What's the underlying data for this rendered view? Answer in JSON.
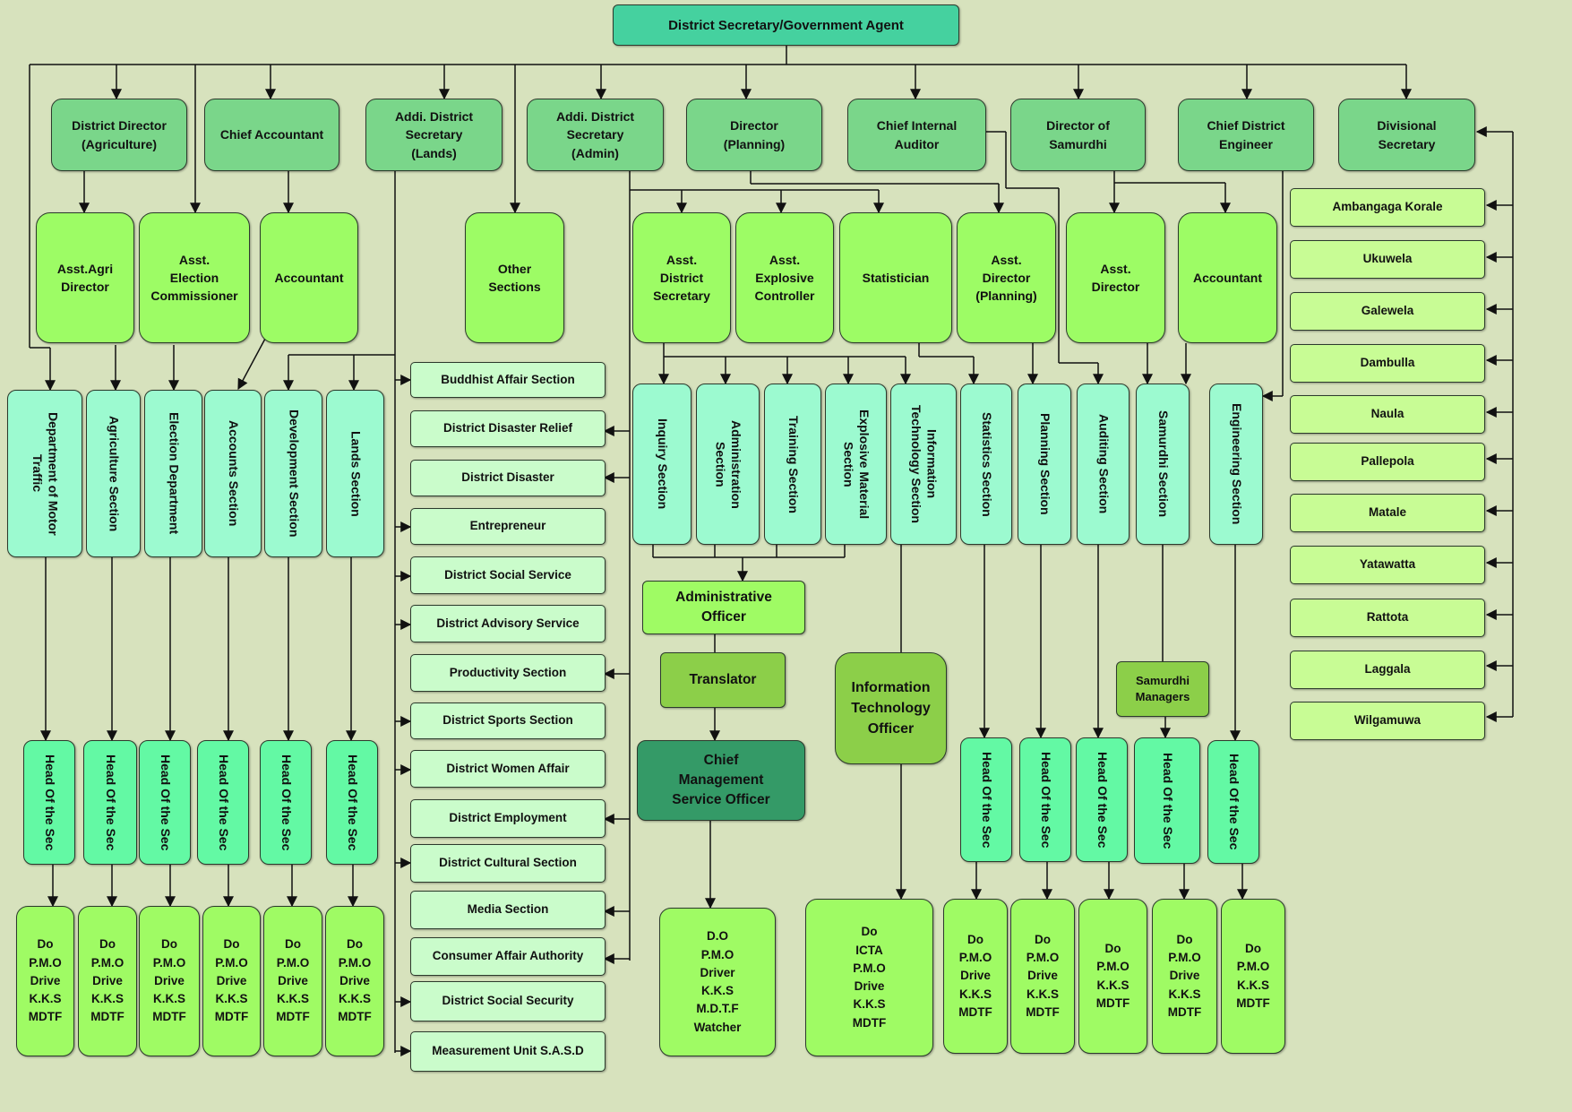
{
  "top": "District  Secretary/Government Agent",
  "directors": {
    "agri": "District Director\n(Agriculture)",
    "chief_acc": "Chief Accountant",
    "lands": "Addi. District\nSecretary\n(Lands)",
    "admin": "Addi. District\nSecretary\n(Admin)",
    "planning": "Director\n(Planning)",
    "cia": "Chief Internal\nAuditor",
    "samurdhi": "Director of\nSamurdhi",
    "cde": "Chief District\nEngineer",
    "divsec": "Divisional\nSecretary"
  },
  "assistants": {
    "agri": "Asst.Agri\nDirector",
    "election": "Asst.\nElection\nCommissioner",
    "accountant1": "Accountant",
    "other": "Other\nSections",
    "ads": "Asst.\nDistrict\nSecretary",
    "explosive": "Asst.\nExplosive\nController",
    "statistician": "Statistician",
    "adp": "Asst.\nDirector\n(Planning)",
    "asst_dir": "Asst.\nDirector",
    "accountant2": "Accountant"
  },
  "left_sections": {
    "motor": "Department of Motor\nTraffic",
    "agri": "Agriculture Section",
    "election": "Election Department",
    "accounts": "Accounts Section",
    "development": "Development Section",
    "lands": "Lands Section"
  },
  "mid_sections": {
    "inquiry": "Inquiry Section",
    "administration": "Administration\nSection",
    "training": "Training Section",
    "explosive": "Explosive Material\nSection",
    "it": "Information\nTechnology Section",
    "statistics": "Statistics Section",
    "planning": "Planning Section",
    "auditing": "Auditing Section",
    "samurdhi": "Samurdhi Section",
    "engineering": "Engineering Section"
  },
  "units": [
    "Buddhist Affair Section",
    "District Disaster Relief",
    "District Disaster",
    "Entrepreneur",
    "District Social Service",
    "District Advisory Service",
    "Productivity Section",
    "District Sports Section",
    "District Women Affair",
    "District Employment",
    "District Cultural Section",
    "Media Section",
    "Consumer Affair Authority",
    "District Social Security",
    "Measurement Unit S.A.S.D"
  ],
  "divisions": [
    "Ambangaga Korale",
    "Ukuwela",
    "Galewela",
    "Dambulla",
    "Naula",
    "Pallepola",
    "Matale",
    "Yatawatta",
    "Rattota",
    "Laggala",
    "Wilgamuwa"
  ],
  "head_label": "Head Of the Sec",
  "staff": {
    "left": "Do\nP.M.O\nDrive\nK.K.S\nMDTF",
    "cmso": "D.O\nP.M.O\nDriver\nK.K.S\nM.D.T.F\nWatcher",
    "it": "Do\nICTA\nP.M.O\nDrive\nK.K.S\nMDTF",
    "stats": "Do\nP.M.O\nDrive\nK.K.S\nMDTF",
    "planning": "Do\nP.M.O\nDrive\nK.K.S\nMDTF",
    "auditing": "Do\nP.M.O\nK.K.S\nMDTF",
    "samurdhi": "Do\nP.M.O\nDrive\nK.K.S\nMDTF",
    "engineering": "Do\nP.M.O\nK.K.S\nMDTF"
  },
  "admin_officer": "Administrative\nOfficer",
  "translator": "Translator",
  "cmso": "Chief\nManagement\nService Officer",
  "ito": "Information\nTechnology\nOfficer",
  "samurdhi_managers": "Samurdhi\nManagers"
}
